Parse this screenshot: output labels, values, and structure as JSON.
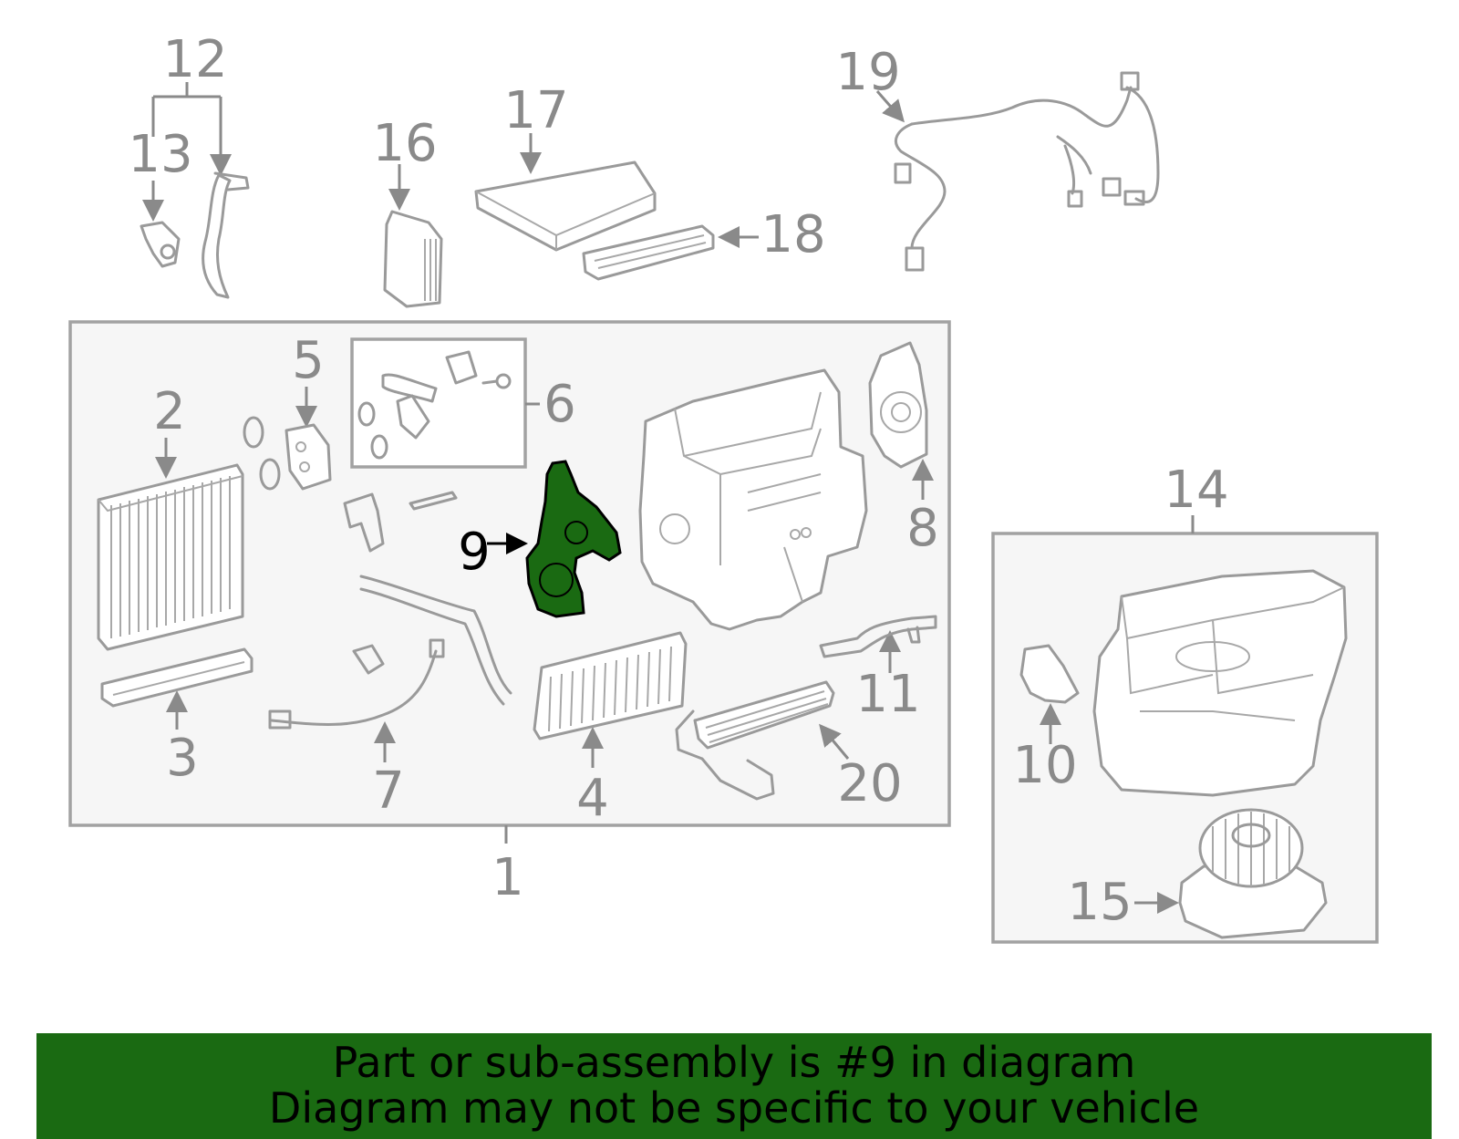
{
  "diagram": {
    "callouts": [
      "1",
      "2",
      "3",
      "4",
      "5",
      "6",
      "7",
      "8",
      "9",
      "10",
      "11",
      "12",
      "13",
      "14",
      "15",
      "16",
      "17",
      "18",
      "19",
      "20"
    ],
    "highlighted_part": "9",
    "highlight_color": "#1a6a12"
  },
  "banner": {
    "line1": "Part or sub-assembly is #9 in diagram",
    "line2": "Diagram may not be specific to your vehicle",
    "background": "#1a6a12"
  }
}
